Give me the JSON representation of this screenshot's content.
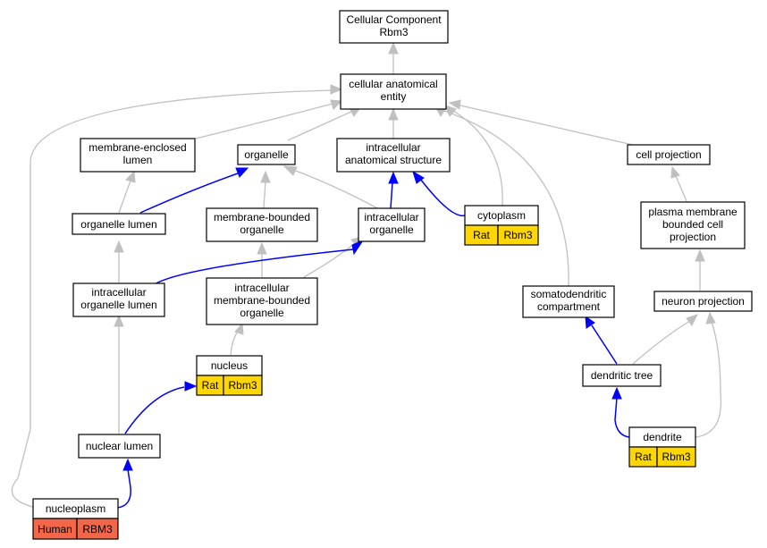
{
  "colors": {
    "rat": "#ffd700",
    "human": "#f26649",
    "edge_is_a": "#c0c0c0",
    "edge_part_of": "#0000ff"
  },
  "nodes": {
    "root": [
      "Cellular Component",
      "Rbm3"
    ],
    "cellular_anatomical_entity": [
      "cellular anatomical",
      "entity"
    ],
    "membrane_enclosed_lumen": [
      "membrane-enclosed",
      "lumen"
    ],
    "organelle": [
      "organelle"
    ],
    "intracellular_anatomical_structure": [
      "intracellular",
      "anatomical structure"
    ],
    "cell_projection": [
      "cell projection"
    ],
    "organelle_lumen": [
      "organelle lumen"
    ],
    "membrane_bounded_organelle": [
      "membrane-bounded",
      "organelle"
    ],
    "intracellular_organelle": [
      "intracellular",
      "organelle"
    ],
    "cytoplasm": [
      "cytoplasm"
    ],
    "plasma_membrane_bounded_cell_projection": [
      "plasma membrane",
      "bounded cell",
      "projection"
    ],
    "intracellular_organelle_lumen": [
      "intracellular",
      "organelle lumen"
    ],
    "intracellular_membrane_bounded_organelle": [
      "intracellular",
      "membrane-bounded",
      "organelle"
    ],
    "somatodendritic_compartment": [
      "somatodendritic",
      "compartment"
    ],
    "neuron_projection": [
      "neuron projection"
    ],
    "nucleus": [
      "nucleus"
    ],
    "dendritic_tree": [
      "dendritic tree"
    ],
    "nuclear_lumen": [
      "nuclear lumen"
    ],
    "dendrite": [
      "dendrite"
    ],
    "nucleoplasm": [
      "nucleoplasm"
    ]
  },
  "annotations": {
    "cytoplasm": [
      {
        "species": "Rat",
        "gene": "Rbm3",
        "color_key": "rat"
      }
    ],
    "nucleus": [
      {
        "species": "Rat",
        "gene": "Rbm3",
        "color_key": "rat"
      }
    ],
    "dendrite": [
      {
        "species": "Rat",
        "gene": "Rbm3",
        "color_key": "rat"
      }
    ],
    "nucleoplasm": [
      {
        "species": "Human",
        "gene": "RBM3",
        "color_key": "human"
      }
    ]
  }
}
